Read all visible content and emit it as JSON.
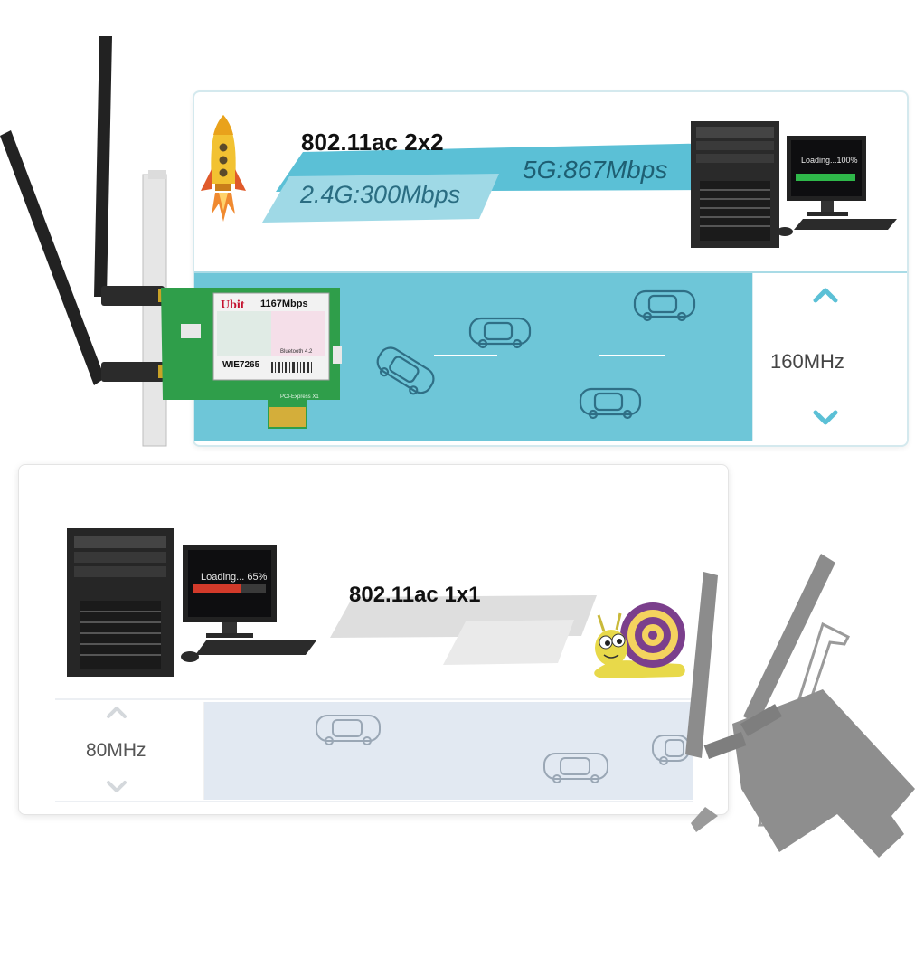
{
  "top_panel": {
    "title": "802.11ac 2x2",
    "speed_5g": "5G:867Mbps",
    "speed_24g": "2.4G:300Mbps",
    "bandwidth": "160MHz",
    "monitor_text": "Loading...100%"
  },
  "bottom_panel": {
    "title": "802.11ac 1x1",
    "bandwidth": "80MHz",
    "monitor_text": "Loading... 65%"
  },
  "card": {
    "brand": "Ubit",
    "speed": "1167Mbps",
    "model": "WIE7265",
    "bluetooth": "Bluetooth 4.2",
    "interface": "PCI-Express X1"
  },
  "colors": {
    "road_blue": "#6ec6d8",
    "road_gray": "#e2e9f2",
    "pcb_green": "#2f9e4a",
    "accent_cyan": "#5bc0d6"
  }
}
